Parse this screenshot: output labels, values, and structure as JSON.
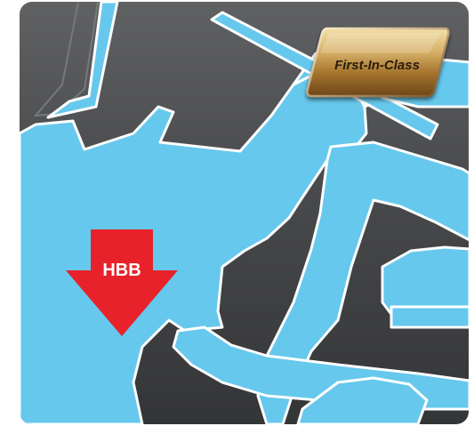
{
  "badge": {
    "label": "First-In-Class"
  },
  "arrow": {
    "label": "HBB"
  },
  "colors": {
    "background_dark": "#3c3d3f",
    "background_light": "#5d5e60",
    "figure_blue": "#66c8ec",
    "figure_outline": "#ffffff",
    "arrow_red": "#e8222a",
    "badge_gold": "#b8893e",
    "badge_text": "#2a1a0c"
  },
  "icons": {
    "arrow": "down-arrow-icon",
    "badge": "first-in-class-badge"
  }
}
